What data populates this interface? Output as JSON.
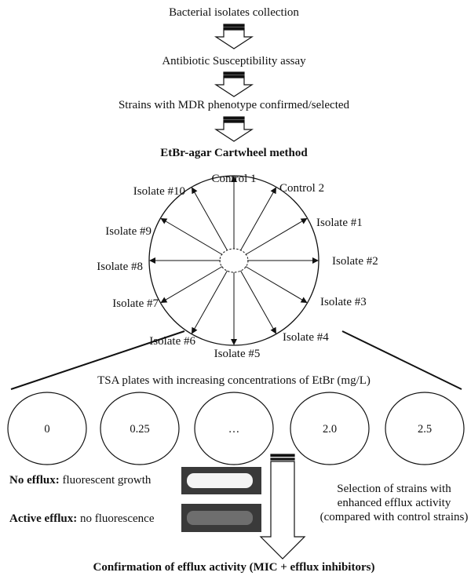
{
  "steps": [
    "Bacterial isolates collection",
    "Antibiotic Susceptibility assay",
    "Strains with MDR phenotype confirmed/selected"
  ],
  "method_title": "EtBr-agar Cartwheel method",
  "cartwheel_labels": [
    "Control 1",
    "Control 2",
    "Isolate #1",
    "Isolate #2",
    "Isolate #3",
    "Isolate #4",
    "Isolate #5",
    "Isolate #6",
    "Isolate #7",
    "Isolate #8",
    "Isolate #9",
    "Isolate #10"
  ],
  "plates_title": "TSA plates with increasing concentrations of EtBr (mg/L)",
  "plates": [
    "0",
    "0.25",
    "…",
    "2.0",
    "2.5"
  ],
  "results": {
    "no_efflux": {
      "label": "No efflux:",
      "text": " fluorescent growth"
    },
    "active_efflux": {
      "label": "Active efflux:",
      "text": " no fluorescence"
    }
  },
  "selection_text": [
    "Selection of strains with",
    "enhanced efflux activity",
    "(compared with control strains)"
  ],
  "conclusion": "Confirmation of efflux activity (MIC + efflux inhibitors)",
  "colors": {
    "ink": "#111111",
    "gel_dark": "#3a3a3a",
    "fluorescent_band": "#f4f4f4",
    "dim_band": "#6e6e6e"
  }
}
